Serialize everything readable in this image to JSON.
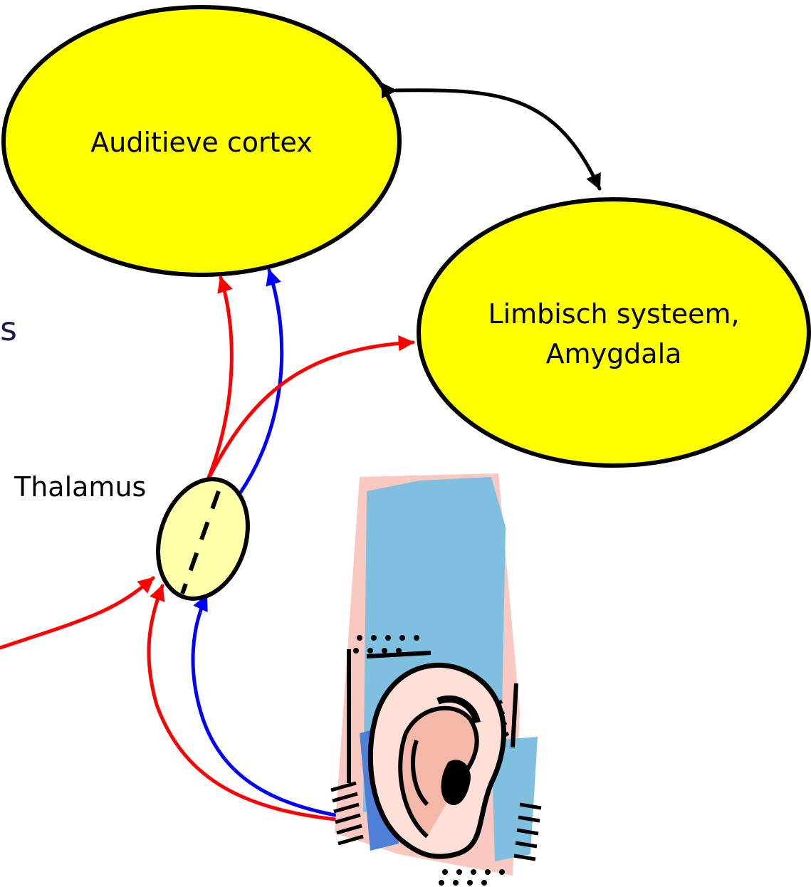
{
  "nodes": {
    "cortex": {
      "label": "Auditieve cortex",
      "fill": "#FFFF00"
    },
    "limbic": {
      "label_line1": "Limbisch systeem,",
      "label_line2": "Amygdala",
      "fill": "#FFFF00"
    },
    "thalamus": {
      "label": "Thalamus",
      "fill": "#FFFFAA"
    }
  },
  "fragment_text": "s",
  "colors": {
    "red_path": "#FF0000",
    "blue_path": "#0000FF",
    "outline": "#000000",
    "fragment_text": "#1A1A50"
  },
  "icons": {
    "ear": "ear-clipart-icon"
  }
}
